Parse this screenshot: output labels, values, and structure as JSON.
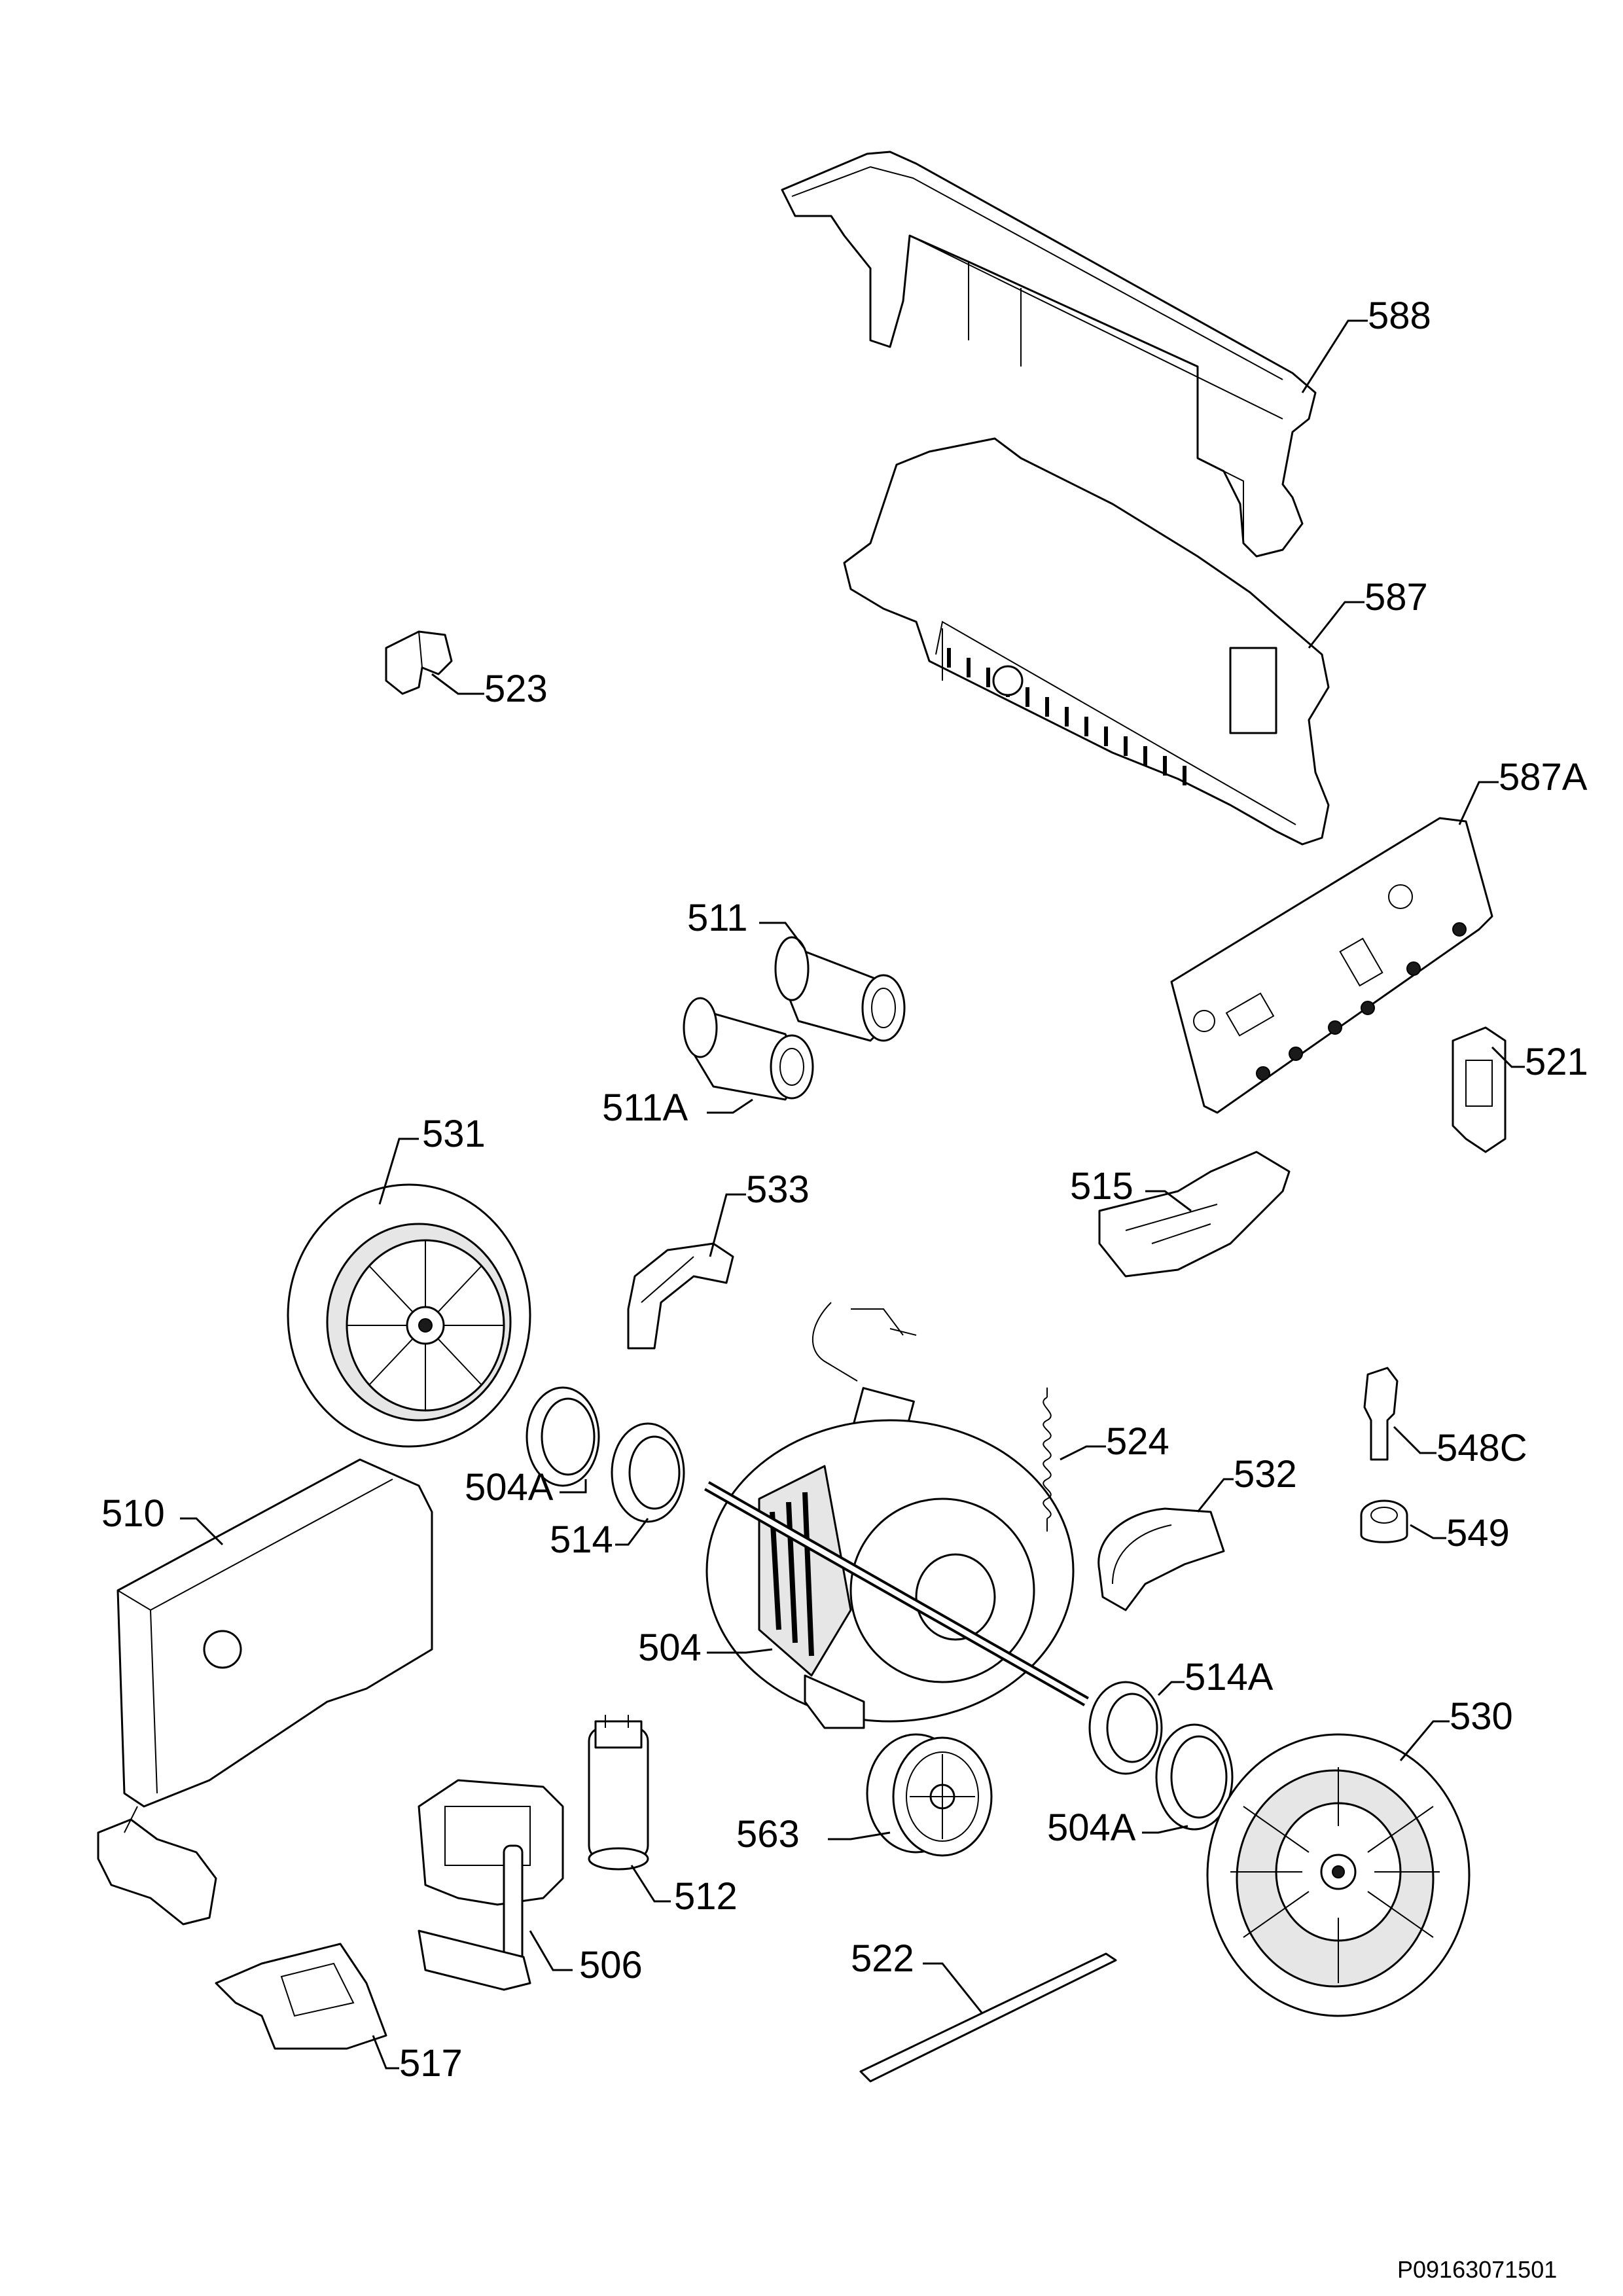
{
  "diagram": {
    "labels": {
      "p588": "588",
      "p587": "587",
      "p587a": "587A",
      "p523": "523",
      "p511": "511",
      "p511a": "511A",
      "p521": "521",
      "p531": "531",
      "p533": "533",
      "p515": "515",
      "p524": "524",
      "p548c": "548C",
      "p532": "532",
      "p549": "549",
      "p504a_top": "504A",
      "p514": "514",
      "p510": "510",
      "p504": "504",
      "p514a": "514A",
      "p530": "530",
      "p563": "563",
      "p504a_bottom": "504A",
      "p512": "512",
      "p506": "506",
      "p522": "522",
      "p517": "517"
    },
    "drawing_number": "P09163071501"
  }
}
